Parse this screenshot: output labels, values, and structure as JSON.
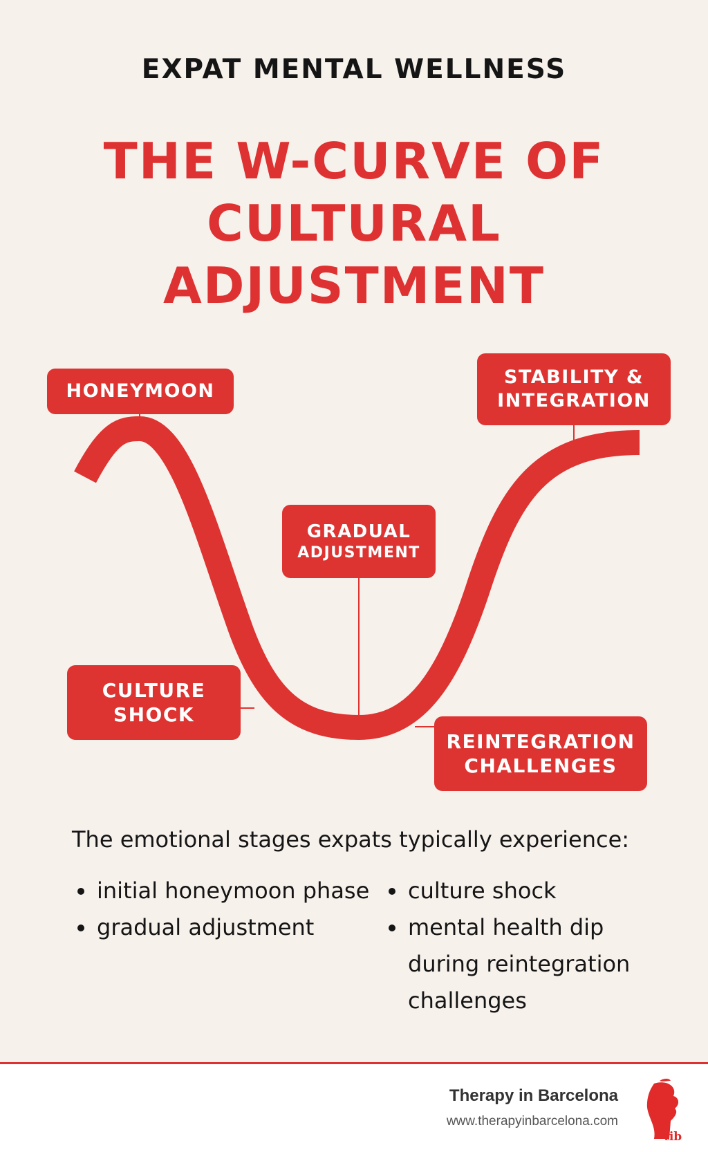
{
  "header": {
    "kicker": "EXPAT MENTAL WELLNESS",
    "title_lines": [
      "THE W-CURVE OF",
      "CULTURAL",
      "ADJUSTMENT"
    ]
  },
  "diagram": {
    "accent_color": "#dd3331",
    "stages": [
      {
        "id": "honeymoon",
        "lines": [
          "HONEYMOON"
        ]
      },
      {
        "id": "stability",
        "lines": [
          "STABILITY &",
          "INTEGRATION"
        ]
      },
      {
        "id": "gradual",
        "lines": [
          "GRADUAL",
          "ADJUSTMENT"
        ]
      },
      {
        "id": "culture-shock",
        "lines": [
          "CULTURE",
          "SHOCK"
        ]
      },
      {
        "id": "reintegration",
        "lines": [
          "REINTEGRATION",
          "CHALLENGES"
        ]
      }
    ]
  },
  "description": {
    "lead": "The emotional stages expats typically experience:",
    "left_bullets": [
      "initial honeymoon phase",
      "gradual adjustment"
    ],
    "right_bullets": [
      "culture shock",
      "mental health dip during reintegration challenges"
    ]
  },
  "footer": {
    "brand_name": "Therapy in Barcelona",
    "brand_url": "www.therapyinbarcelona.com",
    "logo_text": "tib",
    "logo_icon": "flame-profile-icon"
  }
}
